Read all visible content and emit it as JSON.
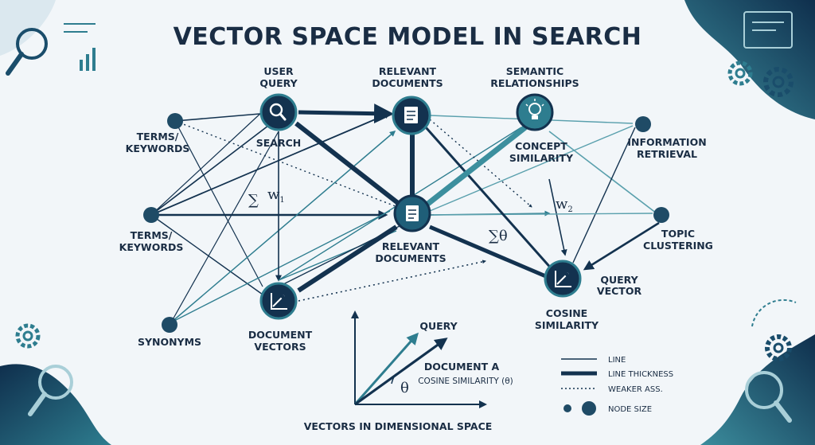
{
  "title": "VECTOR SPACE MODEL IN SEARCH",
  "colors": {
    "navy": "#13324f",
    "teal": "#2e7d8f",
    "light": "#5aa0ad",
    "bg": "#f2f6f9"
  },
  "nodes": {
    "user_query": {
      "label": [
        "USER",
        "QUERY"
      ],
      "sub": "SEARCH",
      "icon": "magnifier-icon"
    },
    "relevant_docs_top": {
      "label": [
        "RELEVANT",
        "DOCUMENTS"
      ],
      "icon": "document-icon"
    },
    "semantic": {
      "label": [
        "SEMANTIC",
        "RELATIONSHIPS"
      ],
      "sub": [
        "CONCEPT",
        "SIMILARITY"
      ],
      "icon": "lightbulb-icon"
    },
    "terms_top": {
      "label": [
        "TERMS/",
        "KEYWORDS"
      ]
    },
    "terms_mid": {
      "label": [
        "TERMS/",
        "KEYWORDS"
      ]
    },
    "info_retrieval": {
      "label": [
        "INFORMATION",
        "RETRIEVAL"
      ]
    },
    "relevant_docs_mid": {
      "label": [
        "RELEVANT",
        "DOCUMENTS"
      ],
      "icon": "document-icon"
    },
    "topic": {
      "label": [
        "TOPIC",
        "CLUSTERING"
      ]
    },
    "query_vector": {
      "label": [
        "QUERY",
        "VECTOR"
      ],
      "sub": [
        "COSINE",
        "SIMILARITY"
      ],
      "icon": "vector-axes-icon"
    },
    "doc_vectors": {
      "label": [
        "DOCUMENT",
        "VECTORS"
      ],
      "icon": "vector-axes-icon"
    },
    "synonyms": {
      "label": [
        "SYNONYMS"
      ]
    }
  },
  "math": {
    "sum": "∑",
    "w1": "w",
    "w1_sub": "1",
    "w2": "w",
    "w2_sub": "2",
    "sum_theta": "∑θ"
  },
  "inset": {
    "query": "QUERY",
    "doc": "DOCUMENT A",
    "cos": "COSINE SIMILARITY (θ)",
    "theta": "θ",
    "caption": "VECTORS IN DIMENSIONAL SPACE"
  },
  "legend": {
    "line": "LINE",
    "thickness": "LINE THICKNESS",
    "weaker": "WEAKER ASS.",
    "node_size": "NODE SIZE"
  }
}
